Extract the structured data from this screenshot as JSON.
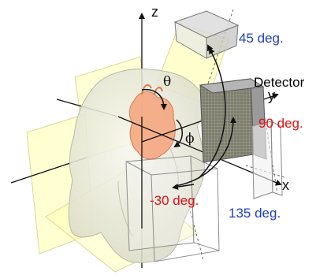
{
  "axes": {
    "z": "z",
    "y": "y",
    "x": "x"
  },
  "angles": {
    "theta": "θ",
    "phi": "ϕ"
  },
  "detector_label": "Detector",
  "detector_angles": [
    {
      "label": "45 deg.",
      "color": "#2040c0"
    },
    {
      "label": "90 deg.",
      "color": "#e01010"
    },
    {
      "label": "-30 deg.",
      "color": "#e01010"
    },
    {
      "label": "135 deg.",
      "color": "#2040c0"
    }
  ],
  "colors": {
    "detector_plane": "#ffffb8",
    "heart": "#f4a27a",
    "torso": "#ececdf"
  }
}
